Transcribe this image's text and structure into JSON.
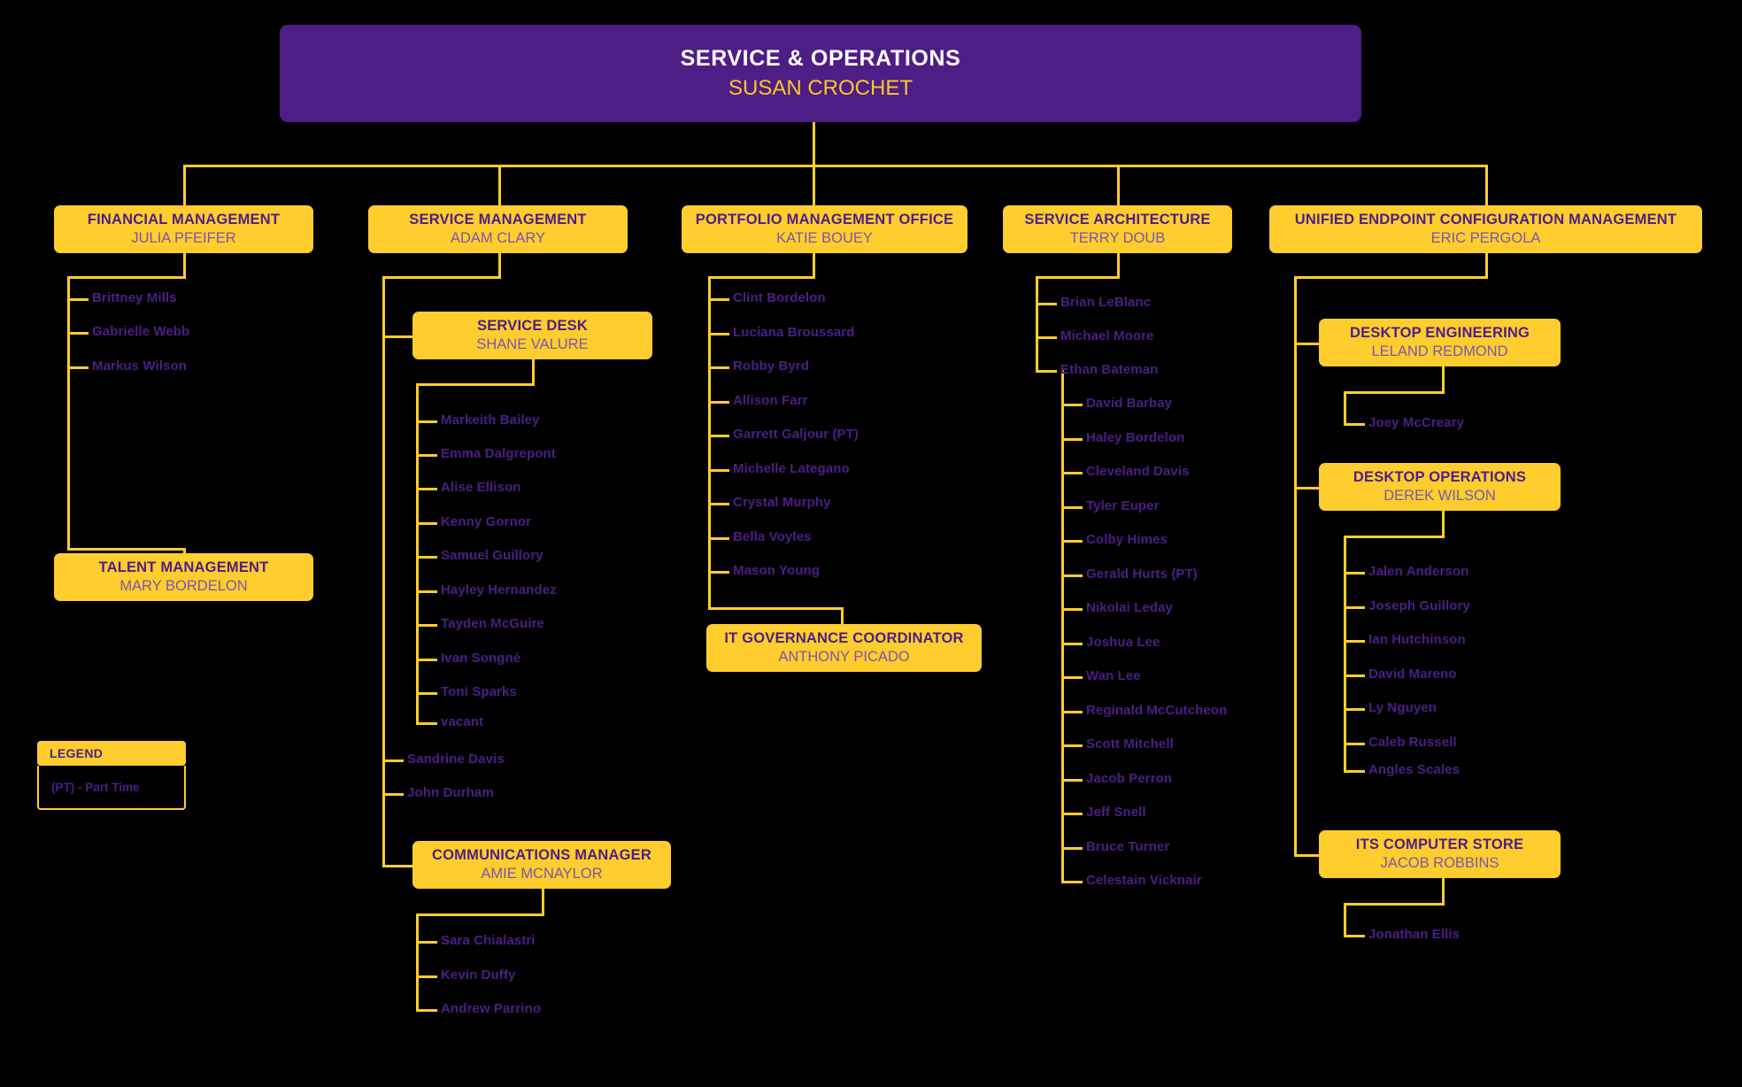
{
  "root": {
    "title": "SERVICE & OPERATIONS",
    "name": "SUSAN CROCHET"
  },
  "divisions": [
    {
      "title": "FINANCIAL MANAGEMENT",
      "name": "JULIA PFEIFER"
    },
    {
      "title": "SERVICE MANAGEMENT",
      "name": "ADAM CLARY"
    },
    {
      "title": "PORTFOLIO MANAGEMENT OFFICE",
      "name": "KATIE BOUEY"
    },
    {
      "title": "SERVICE ARCHITECTURE",
      "name": "TERRY DOUB"
    },
    {
      "title": "UNIFIED ENDPOINT CONFIGURATION MANAGEMENT",
      "name": "ERIC PERGOLA"
    }
  ],
  "subunits": {
    "talent_management": {
      "title": "TALENT MANAGEMENT",
      "name": "MARY BORDELON"
    },
    "service_desk": {
      "title": "SERVICE DESK",
      "name": "SHANE VALURE"
    },
    "communications_manager": {
      "title": "COMMUNICATIONS MANAGER",
      "name": "AMIE MCNAYLOR"
    },
    "it_governance_coordinator": {
      "title": "IT GOVERNANCE COORDINATOR",
      "name": "ANTHONY PICADO"
    },
    "desktop_engineering": {
      "title": "DESKTOP ENGINEERING",
      "name": "LELAND REDMOND"
    },
    "desktop_operations": {
      "title": "DESKTOP OPERATIONS",
      "name": "DEREK WILSON"
    },
    "its_computer_store": {
      "title": "ITS COMPUTER STORE",
      "name": "JACOB ROBBINS"
    }
  },
  "staff": {
    "financial_management": [
      "Brittney Mills",
      "Gabrielle Webb",
      "Markus Wilson"
    ],
    "service_desk": [
      "Markeith Bailey",
      "Emma Dalgrepont",
      "Alise Ellison",
      "Kenny Gornor",
      "Samuel Guillory",
      "Hayley Hernandez",
      "Tayden McGuire",
      "Ivan Songné",
      "Toni Sparks",
      "vacant"
    ],
    "service_management": [
      "Sandrine Davis",
      "John Durham"
    ],
    "communications_manager": [
      "Sara Chialastri",
      "Kevin Duffy",
      "Andrew Parrino"
    ],
    "portfolio_management_office": [
      "Clint Bordelon",
      "Luciana Broussard",
      "Robby Byrd",
      "Allison Farr",
      "Garrett Galjour (PT)",
      "Michelle Lategano",
      "Crystal Murphy",
      "Bella Voyles",
      "Mason Young"
    ],
    "service_architecture": [
      "Brian LeBlanc",
      "Michael Moore",
      "Ethan Bateman"
    ],
    "ethan_bateman": [
      "David Barbay",
      "Haley Bordelon",
      "Cleveland Davis",
      "Tyler Euper",
      "Colby Himes",
      "Gerald Hurts (PT)",
      "Nikolai Leday",
      "Joshua Lee",
      "Wan Lee",
      "Reginald McCutcheon",
      "Scott Mitchell",
      "Jacob Perron",
      "Jeff Snell",
      "Bruce Turner",
      "Celestain Vicknair"
    ],
    "desktop_engineering": [
      "Joey McCreary"
    ],
    "desktop_operations": [
      "Jalen Anderson",
      "Joseph Guillory",
      "Ian Hutchinson",
      "David Mareno",
      "Ly Nguyen",
      "Caleb Russell",
      "Angles Scales"
    ],
    "its_computer_store": [
      "Jonathan Ellis"
    ]
  },
  "legend": {
    "title": "LEGEND",
    "entry": "(PT) - Part Time"
  },
  "colors": {
    "background": "#000000",
    "box_fill": "#ffcd2e",
    "root_fill": "#4d1e86",
    "line": "#ffcd2e",
    "title_text": "#4d1e86",
    "subtitle_text": "#7a57ab",
    "root_title_text": "#ffffff",
    "root_name_text": "#ffc629"
  }
}
